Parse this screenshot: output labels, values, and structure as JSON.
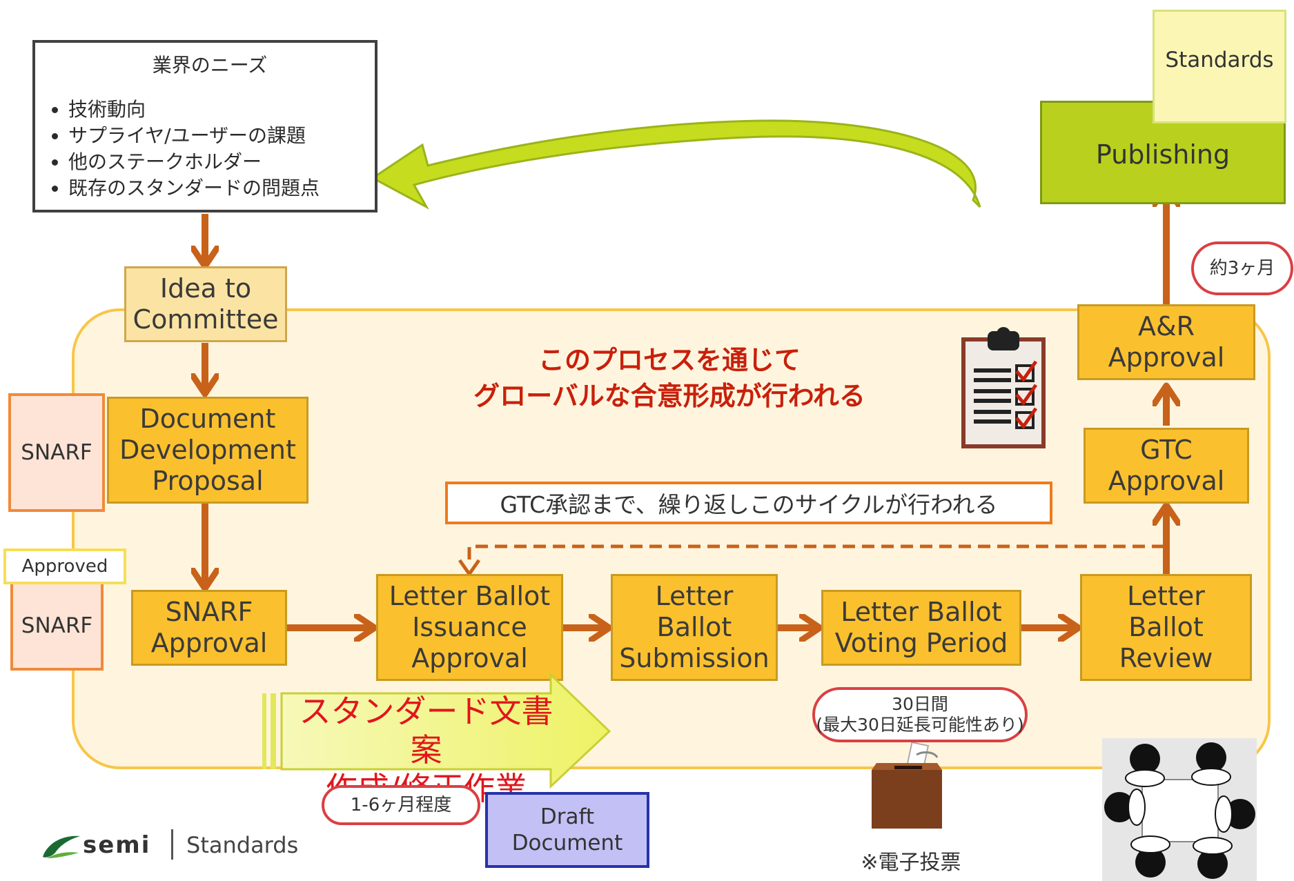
{
  "needs": {
    "title": "業界のニーズ",
    "items": [
      "技術動向",
      "サプライヤ/ユーザーの課題",
      "他のステークホルダー",
      "既存のスタンダードの問題点"
    ]
  },
  "steps": {
    "idea": "Idea to\nCommittee",
    "ddp": "Document\nDevelopment\nProposal",
    "snarf_approval": "SNARF\nApproval",
    "lb_issuance": "Letter Ballot\nIssuance\nApproval",
    "lb_submission": "Letter\nBallot\nSubmission",
    "lb_voting": "Letter Ballot\nVoting Period",
    "lb_review": "Letter\nBallot\nReview",
    "gtc": "GTC\nApproval",
    "ar": "A&R\nApproval",
    "publishing": "Publishing"
  },
  "center_title": "このプロセスを通じて\nグローバルな合意形成が行われる",
  "cycle_note": "GTC承認まで、繰り返しこのサイクルが行われる",
  "docs": {
    "snarf1": "SNARF",
    "snarf2": "SNARF",
    "approved": "Approved",
    "draft": "Draft\nDocument",
    "standards": "Standards"
  },
  "drafting_label": "スタンダード文書案\n作成/修正作業",
  "durations": {
    "drafting": "1-6ヶ月程度",
    "voting": "30日間\n(最大30日延長可能性あり)",
    "publishing": "約3ヶ月"
  },
  "evote": "※電子投票",
  "logo": {
    "brand": "semi",
    "section": "Standards"
  },
  "colors": {
    "process": "#fbc02d",
    "arrow": "#c8621a",
    "green_arrow": "#c6dc1e",
    "title_red": "#c8200c"
  },
  "icons": [
    "checklist-icon",
    "ballot-box-icon",
    "meeting-people-icon",
    "semi-logo-icon"
  ]
}
